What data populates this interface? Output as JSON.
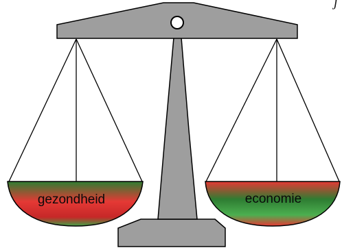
{
  "diagram": {
    "corner_mark": "j",
    "left_pan": {
      "label": "gezondheid",
      "gradient": [
        "#2e7d32",
        "#e53935",
        "#43a047"
      ]
    },
    "right_pan": {
      "label": "economie",
      "gradient": [
        "#e53935",
        "#2e7d32",
        "#e53935"
      ]
    },
    "colors": {
      "structure_fill": "#9e9e9e",
      "outline": "#000000",
      "background": "#ffffff"
    }
  }
}
